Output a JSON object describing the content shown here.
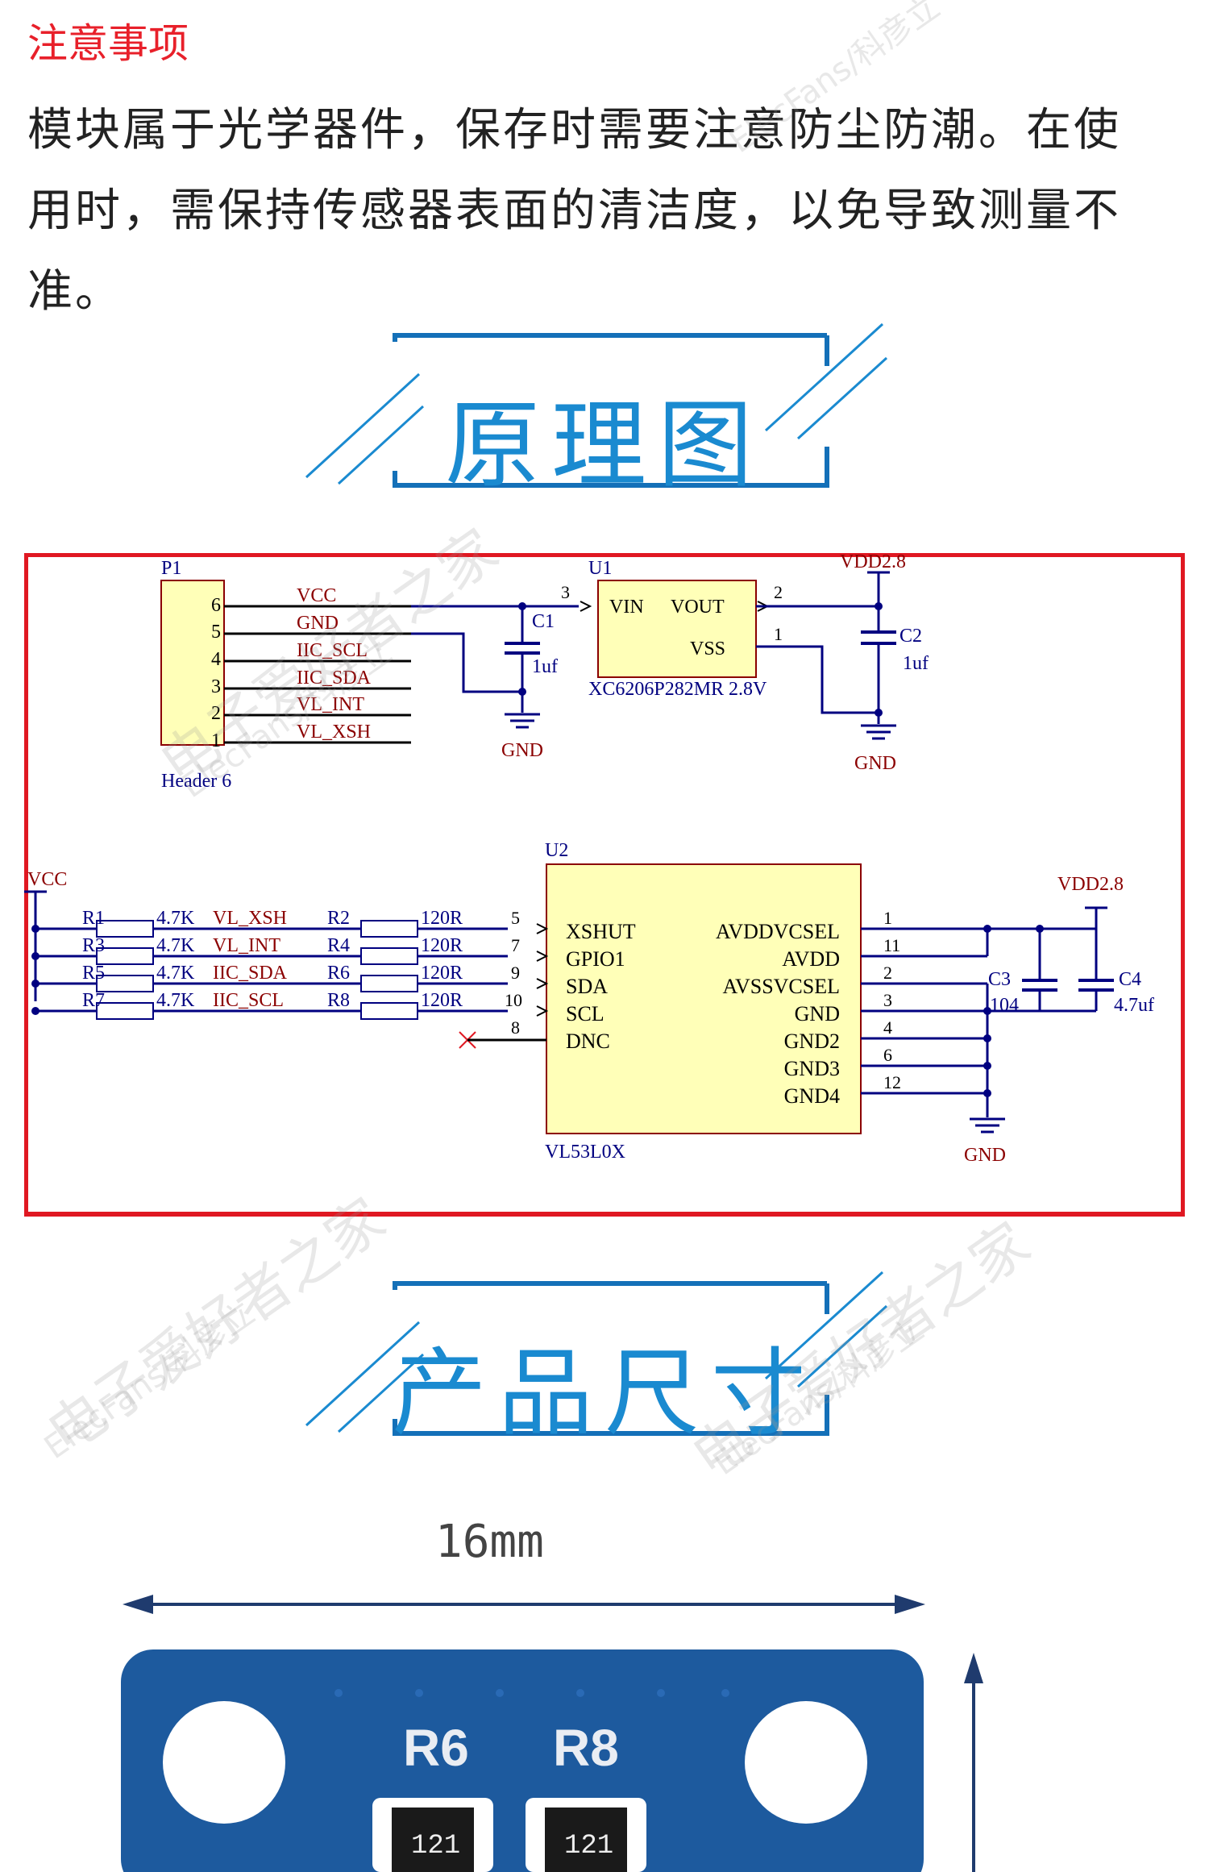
{
  "notes": {
    "title": "注意事项",
    "text": "模块属于光学器件，保存时需要注意防尘防潮。在使用时，需保持传感器表面的清洁度，以免导致测量不准。"
  },
  "sections": {
    "schematic_title": "原理图",
    "size_title": "产品尺寸"
  },
  "schematic": {
    "p1": {
      "ref": "P1",
      "name": "Header 6",
      "pins": [
        "6",
        "5",
        "4",
        "3",
        "2",
        "1"
      ],
      "nets": [
        "VCC",
        "GND",
        "IIC_SCL",
        "IIC_SDA",
        "VL_INT",
        "VL_XSH"
      ]
    },
    "u1": {
      "ref": "U1",
      "part": "XC6206P282MR 2.8V",
      "vin": "VIN",
      "vout": "VOUT",
      "vss": "VSS",
      "pin_vin": "3",
      "pin_vout": "2",
      "pin_vss": "1"
    },
    "c1": {
      "ref": "C1",
      "value": "1uf"
    },
    "c2": {
      "ref": "C2",
      "value": "1uf"
    },
    "vdd_label": "VDD2.8",
    "gnd_label": "GND",
    "vcc_label": "VCC",
    "u2": {
      "ref": "U2",
      "part": "VL53L0X",
      "left_pins": [
        {
          "num": "5",
          "name": "XSHUT"
        },
        {
          "num": "7",
          "name": "GPIO1"
        },
        {
          "num": "9",
          "name": "SDA"
        },
        {
          "num": "10",
          "name": "SCL"
        },
        {
          "num": "8",
          "name": "DNC"
        }
      ],
      "right_pins": [
        {
          "num": "1",
          "name": "AVDDVCSEL"
        },
        {
          "num": "11",
          "name": "AVDD"
        },
        {
          "num": "2",
          "name": "AVSSVCSEL"
        },
        {
          "num": "3",
          "name": "GND"
        },
        {
          "num": "4",
          "name": "GND2"
        },
        {
          "num": "6",
          "name": "GND3"
        },
        {
          "num": "12",
          "name": "GND4"
        }
      ]
    },
    "pullups": [
      {
        "ref": "R1",
        "value": "4.7K",
        "net": "VL_XSH"
      },
      {
        "ref": "R3",
        "value": "4.7K",
        "net": "VL_INT"
      },
      {
        "ref": "R5",
        "value": "4.7K",
        "net": "IIC_SDA"
      },
      {
        "ref": "R7",
        "value": "4.7K",
        "net": "IIC_SCL"
      }
    ],
    "series": [
      {
        "ref": "R2",
        "value": "120R"
      },
      {
        "ref": "R4",
        "value": "120R"
      },
      {
        "ref": "R6",
        "value": "120R"
      },
      {
        "ref": "R8",
        "value": "120R"
      }
    ],
    "c3": {
      "ref": "C3",
      "value": "104"
    },
    "c4": {
      "ref": "C4",
      "value": "4.7uf"
    }
  },
  "dimension": {
    "width_label": "16mm"
  },
  "board": {
    "labels": [
      "R6",
      "R8"
    ],
    "chip_codes": [
      "121",
      "121"
    ]
  },
  "watermark": {
    "cn": "电子爱好者之家",
    "en": "ElecFans/科彦立"
  },
  "colors": {
    "accent_red": "#e8202a",
    "accent_blue": "#1a8ad0",
    "frame_blue": "#1470b8",
    "schem_wire": "#000080",
    "schem_label": "#8b0000",
    "component_fill": "#ffffb8",
    "pcb_blue": "#1d5a9e"
  }
}
